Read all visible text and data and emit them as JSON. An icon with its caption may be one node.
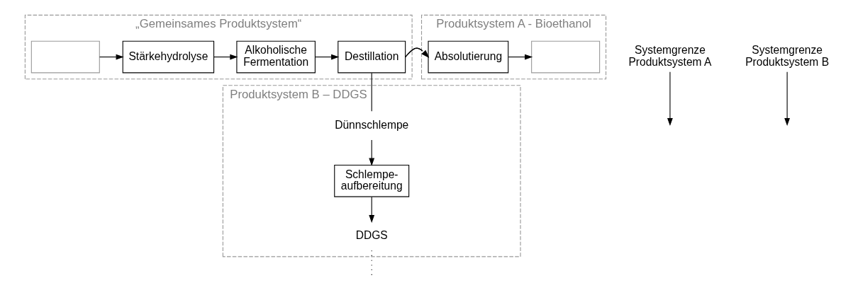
{
  "diagram": {
    "nodes": [
      {
        "text": [
          "„Gemeinsames Produktsystem“"
        ]
      },
      {
        "text": [],
        "shape": "box",
        "in": 0
      },
      {
        "text": [
          "Stärkehydrolyse"
        ],
        "in": 0
      },
      {
        "text": [
          "Alkoholische Fermentation"
        ],
        "in": 0
      },
      {
        "text": [
          "Destillation"
        ],
        "in": 0
      },
      {
        "text": [
          "Produktsystem A - Bioethanol"
        ]
      },
      {
        "text": [
          "Absolutierung"
        ],
        "in": 5
      },
      {
        "text": [],
        "shape": "box",
        "in": 5
      },
      {
        "text": [
          "Produktsystem B – DDGS"
        ]
      },
      {
        "text": [
          "Dünnschlempe"
        ],
        "in": 8
      },
      {
        "text": [
          "Schlempe- aufbereitung"
        ],
        "in": 8
      },
      {
        "text": [
          "DDGS"
        ],
        "in": 8
      },
      {
        "text": [
          "Systemgrenze Produktsystem A"
        ]
      },
      {
        "text": [
          "Systemgrenze Produktsystem B"
        ]
      }
    ],
    "edges": [
      {
        "from": 1,
        "to": 2,
        "arrow": "to"
      },
      {
        "from": 2,
        "to": 3,
        "arrow": "to"
      },
      {
        "from": 3,
        "to": 4,
        "arrow": "to"
      },
      {
        "from": 4,
        "to": 6,
        "arrow": "to"
      },
      {
        "from": 6,
        "to": 7,
        "arrow": "to"
      },
      {
        "from": 4,
        "to": 9,
        "arrow": "none"
      },
      {
        "from": 9,
        "to": 10,
        "arrow": "to"
      },
      {
        "from": 10,
        "to": 11,
        "arrow": "to"
      },
      {
        "from": 11,
        "to": null,
        "arrow": "none",
        "style": "dashed"
      },
      {
        "from": 12,
        "to": null,
        "arrow": "to"
      },
      {
        "from": 13,
        "to": null,
        "arrow": "to"
      }
    ]
  }
}
